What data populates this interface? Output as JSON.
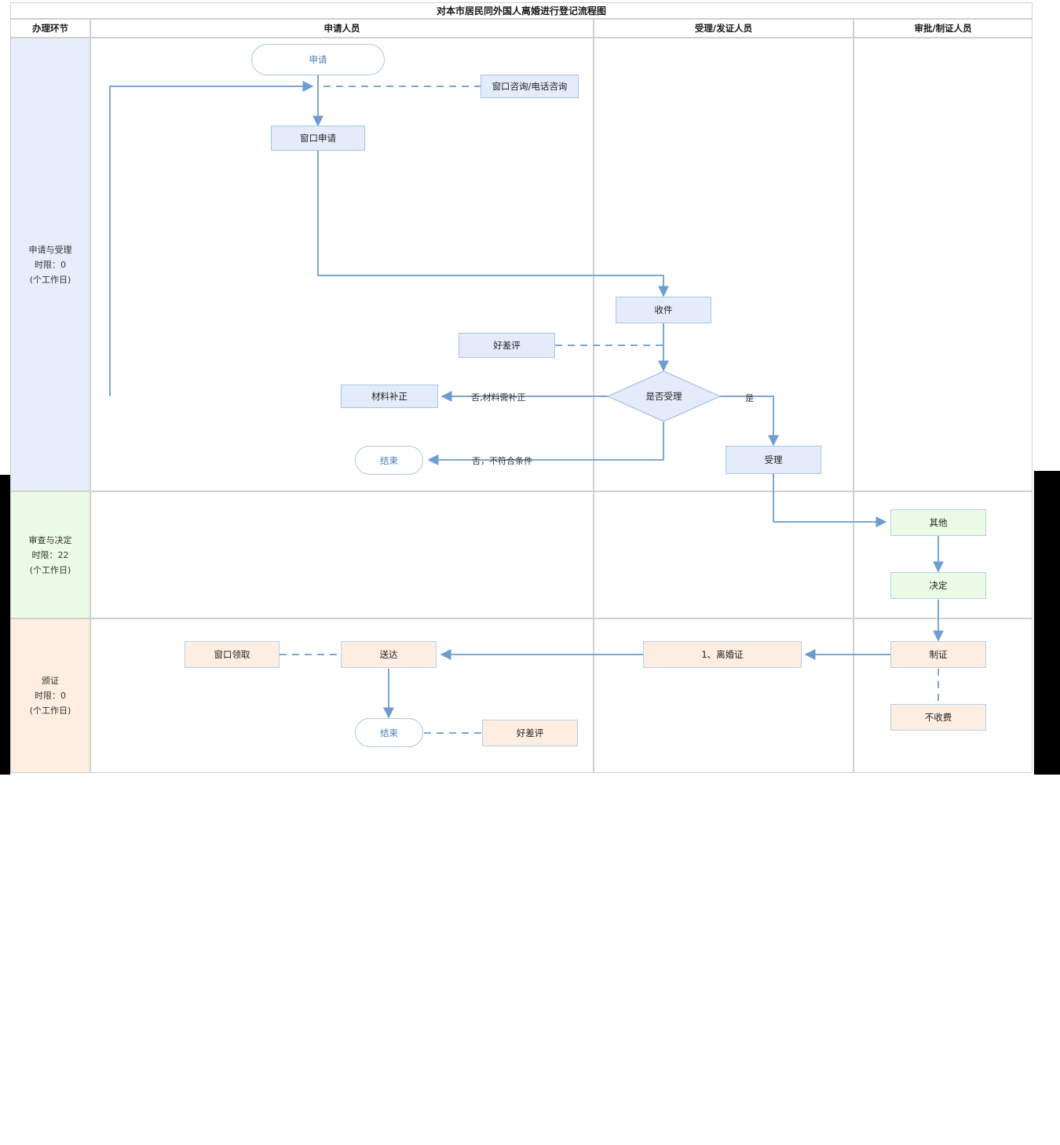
{
  "title": "对本市居民同外国人离婚进行登记流程图",
  "columns": [
    {
      "id": "stage",
      "label": "办理环节"
    },
    {
      "id": "applicant",
      "label": "申请人员"
    },
    {
      "id": "acceptor",
      "label": "受理/发证人员"
    },
    {
      "id": "approver",
      "label": "审批/制证人员"
    }
  ],
  "lanes": [
    {
      "id": "lane-apply",
      "label": "申请与受理\n时限：0\n(个工作日)",
      "name": "申请与受理",
      "time_limit": "0",
      "unit": "(个工作日)",
      "color": "#e6edfb"
    },
    {
      "id": "lane-review",
      "label": "审查与决定\n时限：22\n(个工作日)",
      "name": "审查与决定",
      "time_limit": "22",
      "unit": "(个工作日)",
      "color": "#ecfbe6"
    },
    {
      "id": "lane-issue",
      "label": "颁证\n时限：0\n(个工作日)",
      "name": "颁证",
      "time_limit": "0",
      "unit": "(个工作日)",
      "color": "#fdeee1"
    }
  ],
  "nodes": {
    "start": {
      "label": "申请",
      "shape": "terminator",
      "lane": "lane-apply",
      "column": "applicant"
    },
    "consult": {
      "label": "窗口咨询/电话咨询",
      "shape": "rect",
      "lane": "lane-apply",
      "column": "applicant"
    },
    "window_apply": {
      "label": "窗口申请",
      "shape": "rect",
      "lane": "lane-apply",
      "column": "applicant"
    },
    "receive": {
      "label": "收件",
      "shape": "rect",
      "lane": "lane-apply",
      "column": "acceptor"
    },
    "review_note": {
      "label": "好差评",
      "shape": "rect",
      "lane": "lane-apply",
      "column": "applicant"
    },
    "decision": {
      "label": "是否受理",
      "shape": "diamond",
      "lane": "lane-apply",
      "column": "acceptor"
    },
    "supplement": {
      "label": "材料补正",
      "shape": "rect",
      "lane": "lane-apply",
      "column": "applicant"
    },
    "end_reject": {
      "label": "结束",
      "shape": "terminator",
      "lane": "lane-apply",
      "column": "applicant"
    },
    "accept": {
      "label": "受理",
      "shape": "rect",
      "lane": "lane-apply",
      "column": "acceptor"
    },
    "other": {
      "label": "其他",
      "shape": "rect",
      "lane": "lane-review",
      "column": "approver"
    },
    "decide": {
      "label": "决定",
      "shape": "rect",
      "lane": "lane-review",
      "column": "approver"
    },
    "make_cert": {
      "label": "制证",
      "shape": "rect",
      "lane": "lane-issue",
      "column": "approver"
    },
    "no_fee": {
      "label": "不收费",
      "shape": "rect",
      "lane": "lane-issue",
      "column": "approver"
    },
    "cert_item": {
      "label": "1、离婚证",
      "shape": "rect",
      "lane": "lane-issue",
      "column": "acceptor"
    },
    "deliver": {
      "label": "送达",
      "shape": "rect",
      "lane": "lane-issue",
      "column": "applicant"
    },
    "window_pick": {
      "label": "窗口领取",
      "shape": "rect",
      "lane": "lane-issue",
      "column": "applicant"
    },
    "end_done": {
      "label": "结束",
      "shape": "terminator",
      "lane": "lane-issue",
      "column": "applicant"
    },
    "review_note2": {
      "label": "好差评",
      "shape": "rect",
      "lane": "lane-issue",
      "column": "applicant"
    }
  },
  "edge_labels": {
    "no_supplement": "否,材料需补正",
    "no_conditions": "否，不符合条件",
    "yes": "是"
  },
  "colors": {
    "connector": "#7ba7d4",
    "blue_fill": "#e4ecfb",
    "green_fill": "#ecfbe6",
    "orange_fill": "#fdeee1",
    "node_border": "#b4cfe8",
    "terminator_text": "#4a7ebb",
    "grid": "#d0d0d0"
  }
}
